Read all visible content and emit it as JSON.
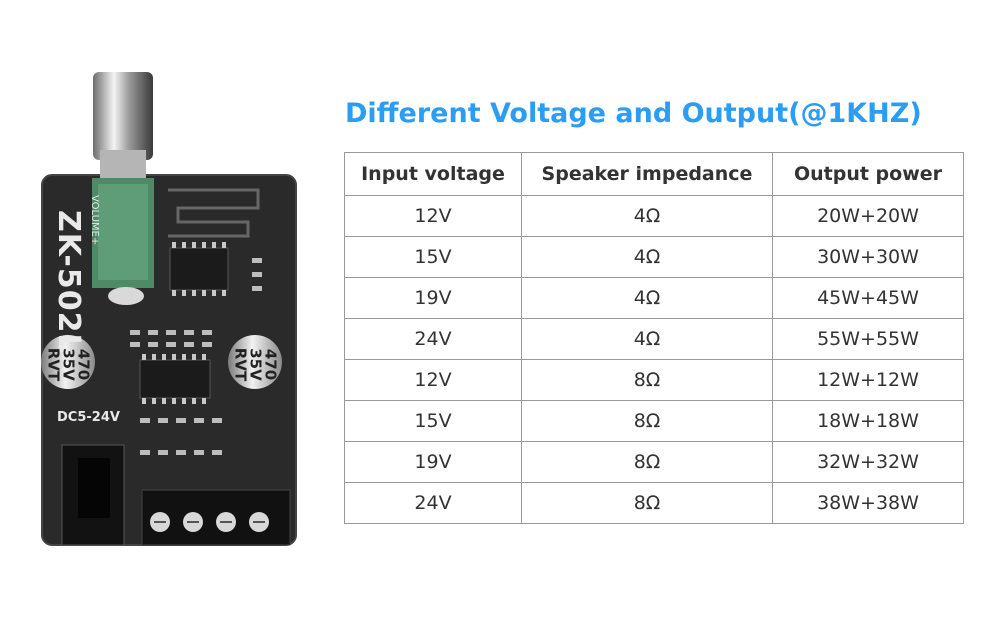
{
  "title": "Different Voltage and Output(@1KHZ)",
  "table": {
    "headers": [
      "Input voltage",
      "Speaker impedance",
      "Output power"
    ],
    "rows": [
      [
        "12V",
        "4Ω",
        "20W+20W"
      ],
      [
        "15V",
        "4Ω",
        "30W+30W"
      ],
      [
        "19V",
        "4Ω",
        "45W+45W"
      ],
      [
        "24V",
        "4Ω",
        "55W+55W"
      ],
      [
        "12V",
        "8Ω",
        "12W+12W"
      ],
      [
        "15V",
        "8Ω",
        "18W+18W"
      ],
      [
        "19V",
        "8Ω",
        "32W+32W"
      ],
      [
        "24V",
        "8Ω",
        "38W+38W"
      ]
    ]
  },
  "board": {
    "model": "ZK-502L",
    "volume_label": "VOLUME+",
    "supply_label": "DC5-24V",
    "capacitor_text": "470\n35V\nRVT"
  },
  "colors": {
    "title": "#2b9df4",
    "board": "#2a2a2a",
    "table_border": "#9a9a9a"
  }
}
